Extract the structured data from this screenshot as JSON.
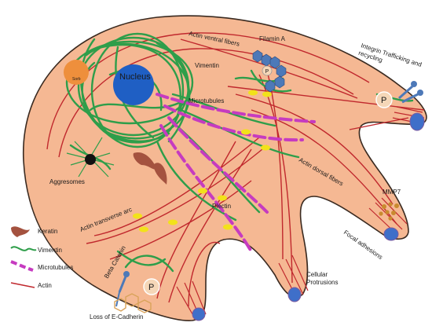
{
  "labels": {
    "nucleus": "Nucleus",
    "sorb": "Sorb",
    "vimentin": "Vimentin",
    "actin_ventral": "Actin ventral fibers",
    "filamin": "Filamin A",
    "integrin": "Integrin Trafficking and recycling",
    "microtubules": "Microtubules",
    "aggresomes": "Aggresomes",
    "actin_dorsal": "Actin dorsal fibers",
    "mmp7": "MMP7",
    "plectin": "Plectin",
    "focal_adhesions": "Focal adhesions",
    "actin_transverse": "Actin transverse arc",
    "beta_catenin": "Beta Catenin",
    "cellular_protrusions": "Cellular Protrusions",
    "loss_ecadherin": "Loss of E-Cadherin",
    "p_marker": "P"
  },
  "legend": [
    {
      "label": "Keratin",
      "icon": "keratin-icon"
    },
    {
      "label": "Vimentin",
      "icon": "vimentin-icon"
    },
    {
      "label": "Microtubules",
      "icon": "microtubules-icon"
    },
    {
      "label": "Actin",
      "icon": "actin-icon"
    }
  ],
  "colors": {
    "cell_fill": "#f5b893",
    "cell_outline": "#3a2a20",
    "actin": "#c0282d",
    "vimentin": "#2e9e4a",
    "microtubules": "#c63bc0",
    "keratin": "#a4523f",
    "nucleus": "#1f5fc4",
    "sorb": "#ee8f3c",
    "filamin": "#4d79b8",
    "plectin": "#f2e21a",
    "mmp7": "#c98a2f",
    "ecadherin": "#d9a35a"
  }
}
